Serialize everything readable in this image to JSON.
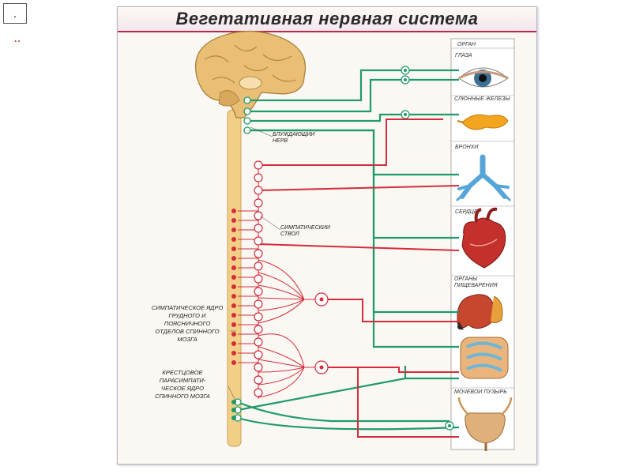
{
  "slide": {
    "number": ".",
    "marks": ".."
  },
  "title": "Вегетативная нервная система",
  "column_header": "ОРГАН",
  "organs": [
    {
      "id": "eyes",
      "label": "ГЛАЗА"
    },
    {
      "id": "salivary",
      "label": "СЛЮННЫЕ ЖЕЛЕЗЫ"
    },
    {
      "id": "bronchi",
      "label": "БРОНХИ"
    },
    {
      "id": "heart",
      "label": "СЕРДЦЕ"
    },
    {
      "id": "digestive",
      "label": "ОРГАНЫ ПИЩЕВАРЕНИЯ"
    },
    {
      "id": "bladder",
      "label": "МОЧЕВОЙ ПУЗЫРЬ"
    }
  ],
  "annotations": {
    "vagus": "БЛУЖДАЮЩИЙ НЕРВ",
    "trunk": "СИМПАТИЧЕСКИЙ СТВОЛ",
    "symp_nucleus": "СИМПАТИЧЕСКОЕ ЯДРО ГРУДНОГО И ПОЯСНИЧНОГО ОТДЕЛОВ СПИННОГО МОЗГА",
    "sacral": "КРЕСТЦОВОЕ ПАРАСИМПАТИ-ЧЕСКОЕ ЯДРО СПИННОГО МОЗГА"
  },
  "colors": {
    "sympathetic": "#d42c3c",
    "parasympathetic": "#1f9a6a",
    "spinal_cord": "#f2cf86",
    "brain": "#e8bf74",
    "accent": "#b62b4d"
  }
}
